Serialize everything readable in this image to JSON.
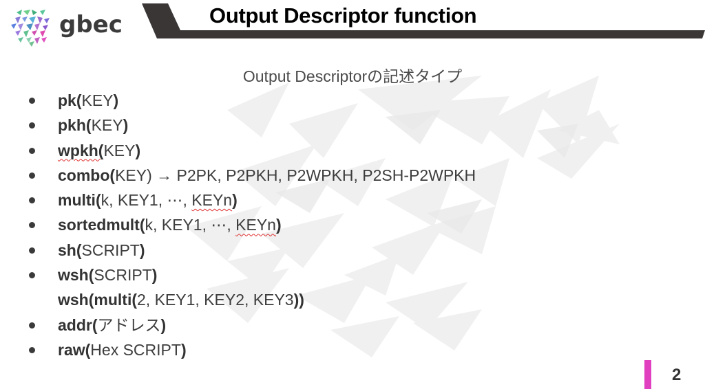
{
  "header": {
    "logo_text": "gbec",
    "title": "Output Descriptor function"
  },
  "subtitle": "Output Descriptorの記述タイプ",
  "items": [
    {
      "bold": "pk(",
      "normal": "KEY",
      "close": ")",
      "bullet": true
    },
    {
      "bold": "pkh(",
      "normal": "KEY",
      "close": ")",
      "bullet": true
    },
    {
      "bold": "wpkh(",
      "normal": "KEY",
      "close": ")",
      "bullet": true,
      "squiggle_word": "wpkh"
    },
    {
      "bold": "combo(",
      "normal": "KEY) → P2PK, P2PKH, P2WPKH, P2SH-P2WPKH",
      "close": "",
      "bullet": true
    },
    {
      "bold": "multi(",
      "normal": "k, KEY1, ⋯, ",
      "squiggle": "KEYn",
      "close": ")",
      "bullet": true
    },
    {
      "bold": "sortedmult(",
      "normal": "k, KEY1, ⋯, ",
      "squiggle": "KEYn",
      "close": ")",
      "bullet": true
    },
    {
      "bold": "sh(",
      "normal": "SCRIPT",
      "close": ")",
      "bullet": true
    },
    {
      "bold": "wsh(",
      "normal": "SCRIPT",
      "close": ")",
      "bullet": true
    },
    {
      "bold": "wsh(multi(",
      "normal": "2, KEY1, KEY2, KEY3",
      "close": "))",
      "bullet": false
    },
    {
      "bold": "addr(",
      "normal": "アドレス",
      "close": ")",
      "bullet": true
    },
    {
      "bold": "raw(",
      "normal": "Hex SCRIPT",
      "close": ")",
      "bullet": true
    }
  ],
  "footer": {
    "page_number": "2",
    "accent_color": "#e040c0"
  },
  "colors": {
    "title_band": "#3a3636",
    "pattern": "#f2f2f2"
  }
}
